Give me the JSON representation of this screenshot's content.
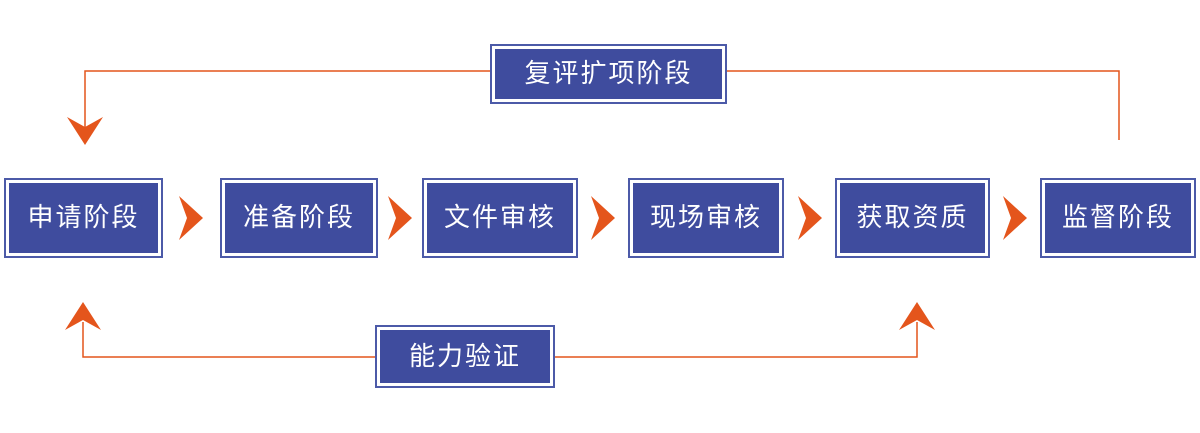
{
  "diagram": {
    "title_hint": "accreditation process flow",
    "stages": [
      {
        "label": "申请阶段"
      },
      {
        "label": "准备阶段"
      },
      {
        "label": "文件审核"
      },
      {
        "label": "现场审核"
      },
      {
        "label": "获取资质"
      },
      {
        "label": "监督阶段"
      }
    ],
    "loops": {
      "top": {
        "label": "复评扩项阶段"
      },
      "bottom": {
        "label": "能力验证"
      }
    },
    "colors": {
      "box_fill": "#3F4C9E",
      "box_border": "#4C5AA8",
      "box_text": "#FFFFFF",
      "arrow": "#E4551C",
      "background": "#FFFFFF"
    }
  }
}
